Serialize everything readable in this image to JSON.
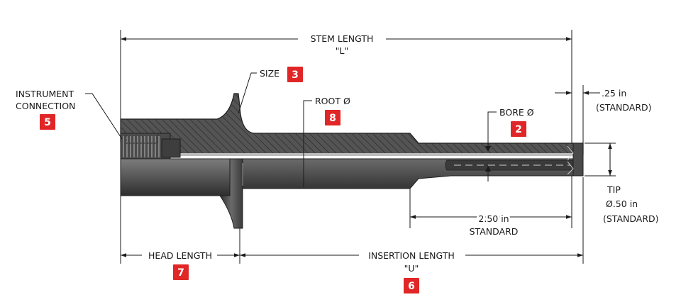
{
  "labels": {
    "stem_length": "STEM LENGTH",
    "stem_length_symbol": "\"L\"",
    "instrument_connection_line1": "INSTRUMENT",
    "instrument_connection_line2": "CONNECTION",
    "size": "SIZE",
    "root_dia": "ROOT Ø",
    "bore_dia": "BORE Ø",
    "tip_gap_value": ".25 in",
    "tip_gap_note": "(STANDARD)",
    "tip": "TIP",
    "tip_dia_value": "Ø.50 in",
    "tip_dia_note": "(STANDARD)",
    "taper_length_value": "2.50 in",
    "taper_length_note": "STANDARD",
    "head_length": "HEAD LENGTH",
    "insertion_length": "INSERTION LENGTH",
    "insertion_length_symbol": "\"U\""
  },
  "badges": {
    "instrument_connection": "5",
    "size": "3",
    "root_dia": "8",
    "bore_dia": "2",
    "head_length": "7",
    "insertion_length": "6"
  },
  "colors": {
    "badge": "#e02626",
    "body_dark": "#3c3c3c",
    "body_light": "#7a7a7a",
    "section_fill": "#555555",
    "hatch": "#2a2a2a"
  }
}
